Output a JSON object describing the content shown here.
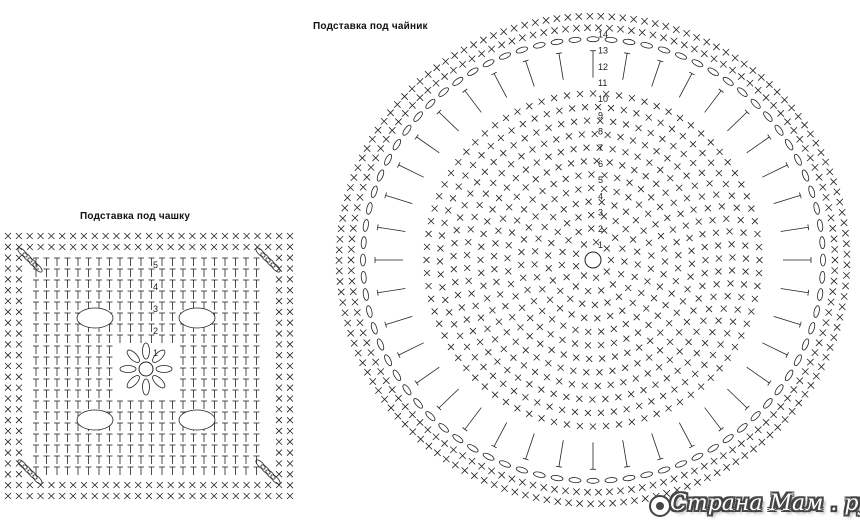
{
  "titles": {
    "teapot": "Подставка под чайник",
    "cup": "Подставка под чашку"
  },
  "teapot_rows": [
    "1",
    "2",
    "3",
    "4",
    "5",
    "6",
    "7",
    "8",
    "9",
    "10",
    "11",
    "12",
    "13",
    "14"
  ],
  "cup_rows": [
    "1",
    "2",
    "3",
    "4",
    "5"
  ],
  "watermark": "Страна Мам . ру",
  "colors": {
    "ink": "#222222",
    "background": "#ffffff"
  }
}
